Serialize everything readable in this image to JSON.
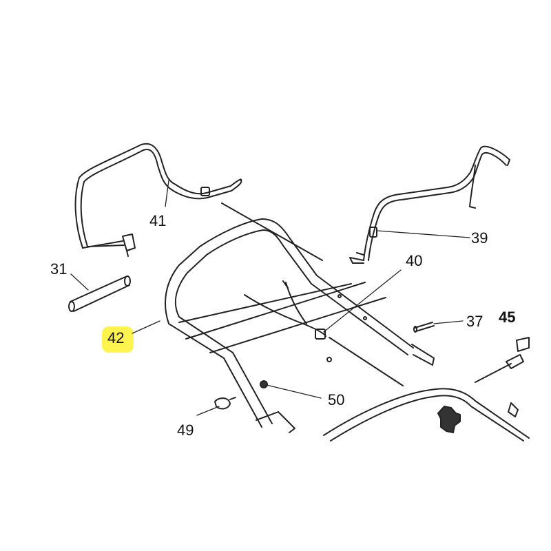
{
  "parts": [
    {
      "id": "label-31",
      "text": "31"
    },
    {
      "id": "label-37",
      "text": "37"
    },
    {
      "id": "label-39",
      "text": "39"
    },
    {
      "id": "label-40",
      "text": "40"
    },
    {
      "id": "label-41",
      "text": "41"
    },
    {
      "id": "label-42",
      "text": "42"
    },
    {
      "id": "label-45",
      "text": "45"
    },
    {
      "id": "label-49",
      "text": "49"
    },
    {
      "id": "label-50",
      "text": "50"
    }
  ],
  "highlight": {
    "part": "42",
    "color": "#fff44f"
  }
}
